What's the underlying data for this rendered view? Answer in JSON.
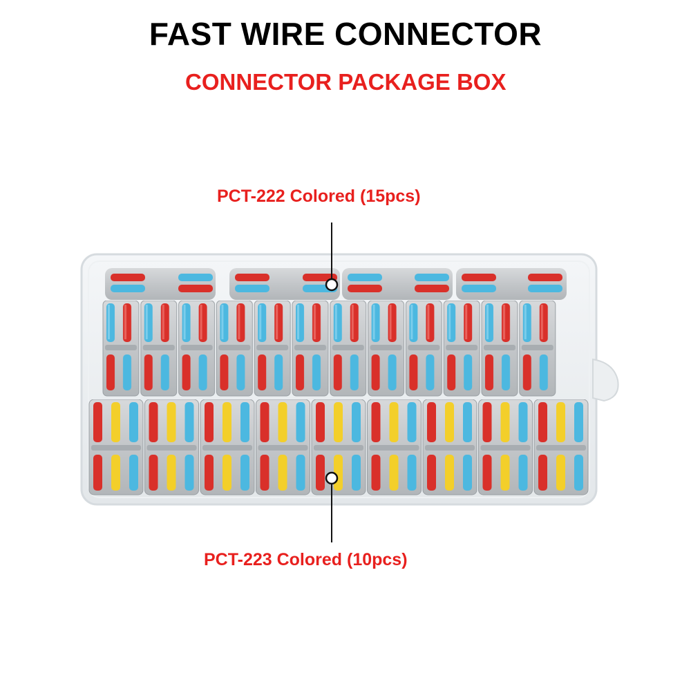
{
  "header": {
    "title": "FAST WIRE CONNECTOR",
    "subtitle": "CONNECTOR PACKAGE BOX"
  },
  "callouts": {
    "top": "PCT-222 Colored (15pcs)",
    "bottom": "PCT-223 Colored (10pcs)"
  },
  "colors": {
    "title": "#000000",
    "accent": "#e8201e",
    "lever_red": "#d9302a",
    "lever_blue": "#4cb8e0",
    "lever_yellow": "#f3cf2a",
    "housing_gray": "#c9ccce"
  }
}
